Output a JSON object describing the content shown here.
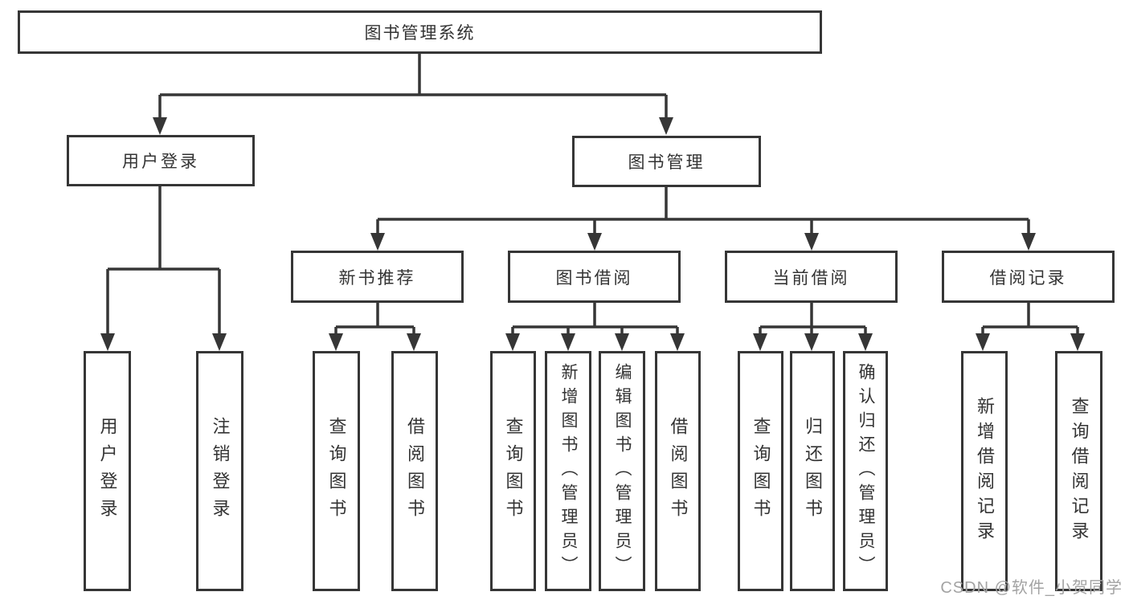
{
  "diagram_title": "图书管理系统",
  "colors": {
    "line": "#363636",
    "text": "#333333",
    "watermark": "#a3a3a3",
    "background": "#ffffff"
  },
  "nodes": {
    "root": {
      "label": "图书管理系统"
    },
    "level2": [
      {
        "id": "user-login",
        "label": "用户登录"
      },
      {
        "id": "book-management",
        "label": "图书管理"
      }
    ],
    "level3": [
      {
        "id": "new-book-recommend",
        "parent": "图书管理",
        "label": "新书推荐"
      },
      {
        "id": "book-borrow",
        "parent": "图书管理",
        "label": "图书借阅"
      },
      {
        "id": "current-borrow",
        "parent": "图书管理",
        "label": "当前借阅"
      },
      {
        "id": "borrow-record",
        "parent": "图书管理",
        "label": "借阅记录"
      }
    ],
    "leaves": [
      {
        "parent": "用户登录",
        "label": "用户登录"
      },
      {
        "parent": "用户登录",
        "label": "注销登录"
      },
      {
        "parent": "新书推荐",
        "label": "查询图书"
      },
      {
        "parent": "新书推荐",
        "label": "借阅图书"
      },
      {
        "parent": "图书借阅",
        "label": "查询图书"
      },
      {
        "parent": "图书借阅",
        "label": "新增图书（管理员）"
      },
      {
        "parent": "图书借阅",
        "label": "编辑图书（管理员）"
      },
      {
        "parent": "图书借阅",
        "label": "借阅图书"
      },
      {
        "parent": "当前借阅",
        "label": "查询图书"
      },
      {
        "parent": "当前借阅",
        "label": "归还图书"
      },
      {
        "parent": "当前借阅",
        "label": "确认归还（管理员）"
      },
      {
        "parent": "借阅记录",
        "label": "新增借阅记录"
      },
      {
        "parent": "借阅记录",
        "label": "查询借阅记录"
      }
    ]
  },
  "watermark": "CSDN @软件_小贺同学"
}
